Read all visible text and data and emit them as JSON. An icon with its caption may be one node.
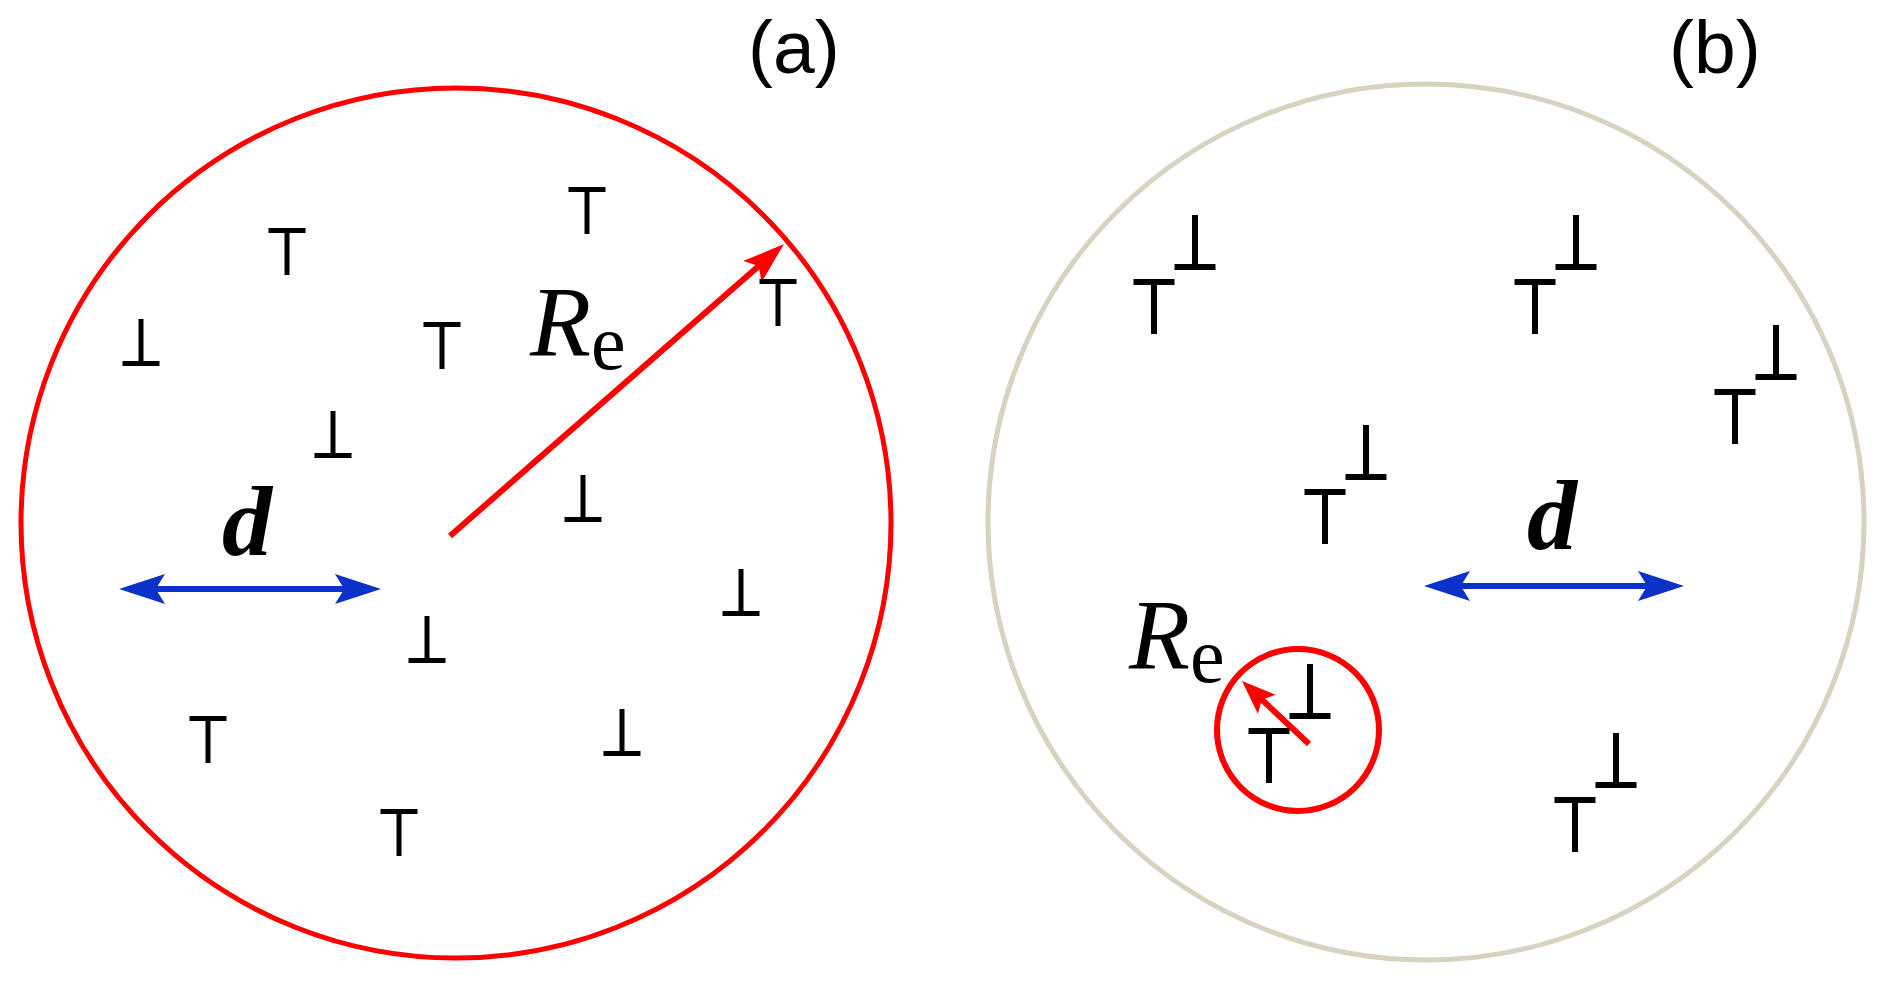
{
  "diagram": {
    "labels": [
      "(a)",
      "*R*$_{e}$",
      "d",
      "(b)",
      "d",
      "*R*$_{e}$"
    ]
  }
}
